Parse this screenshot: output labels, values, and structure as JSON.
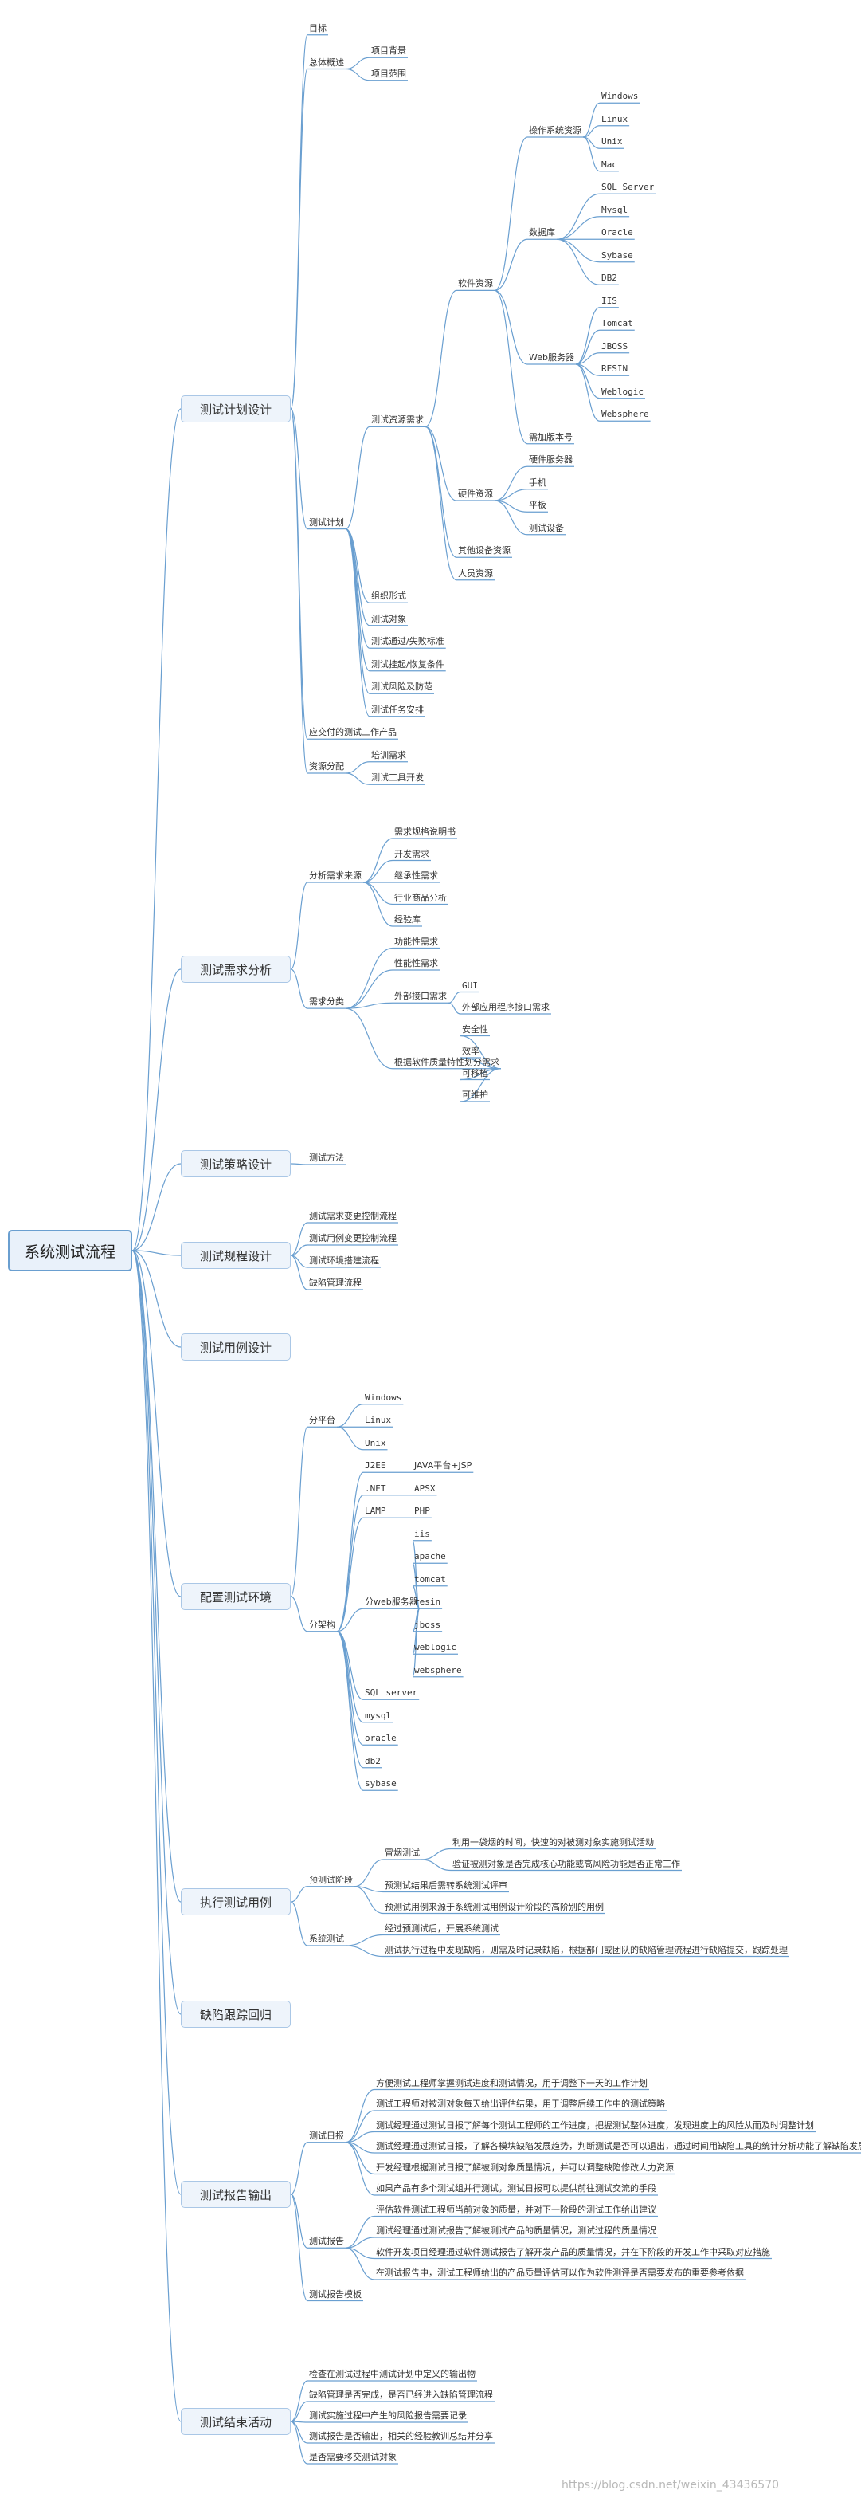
{
  "root": "系统测试流程",
  "colors": {
    "line": "#6a9fd0",
    "box_bg": "#eef4fb",
    "box_border": "#aac7e6"
  },
  "watermark": "https://blog.csdn.net/weixin_43436570",
  "branches": [
    {
      "label": "测试计划设计",
      "children": [
        {
          "label": "目标"
        },
        {
          "label": "总体概述",
          "children": [
            {
              "label": "项目背景"
            },
            {
              "label": "项目范围"
            }
          ]
        },
        {
          "label": "测试计划",
          "children": [
            {
              "label": "测试资源需求",
              "children": [
                {
                  "label": "软件资源",
                  "children": [
                    {
                      "label": "操作系统资源",
                      "children": [
                        {
                          "label": "Windows"
                        },
                        {
                          "label": "Linux"
                        },
                        {
                          "label": "Unix"
                        },
                        {
                          "label": "Mac"
                        }
                      ]
                    },
                    {
                      "label": "数据库",
                      "children": [
                        {
                          "label": "SQL Server"
                        },
                        {
                          "label": "Mysql"
                        },
                        {
                          "label": "Oracle"
                        },
                        {
                          "label": "Sybase"
                        },
                        {
                          "label": "DB2"
                        }
                      ]
                    },
                    {
                      "label": "Web服务器",
                      "children": [
                        {
                          "label": "IIS"
                        },
                        {
                          "label": "Tomcat"
                        },
                        {
                          "label": "JBOSS"
                        },
                        {
                          "label": "RESIN"
                        },
                        {
                          "label": "Weblogic"
                        },
                        {
                          "label": "Websphere"
                        }
                      ]
                    },
                    {
                      "label": "需加版本号"
                    }
                  ]
                },
                {
                  "label": "硬件资源",
                  "children": [
                    {
                      "label": "硬件服务器"
                    },
                    {
                      "label": "手机"
                    },
                    {
                      "label": "平板"
                    },
                    {
                      "label": "测试设备"
                    }
                  ]
                },
                {
                  "label": "其他设备资源"
                },
                {
                  "label": "人员资源"
                }
              ]
            },
            {
              "label": "组织形式"
            },
            {
              "label": "测试对象"
            },
            {
              "label": "测试通过/失败标准"
            },
            {
              "label": "测试挂起/恢复条件"
            },
            {
              "label": "测试风险及防范"
            },
            {
              "label": "测试任务安排"
            }
          ]
        },
        {
          "label": "应交付的测试工作产品"
        },
        {
          "label": "资源分配",
          "children": [
            {
              "label": "培训需求"
            },
            {
              "label": "测试工具开发"
            }
          ]
        }
      ]
    },
    {
      "label": "测试需求分析",
      "children": [
        {
          "label": "分析需求来源",
          "children": [
            {
              "label": "需求规格说明书"
            },
            {
              "label": "开发需求"
            },
            {
              "label": "继承性需求"
            },
            {
              "label": "行业商品分析"
            },
            {
              "label": "经验库"
            }
          ]
        },
        {
          "label": "需求分类",
          "children": [
            {
              "label": "功能性需求"
            },
            {
              "label": "性能性需求"
            },
            {
              "label": "外部接口需求",
              "children": [
                {
                  "label": "GUI"
                },
                {
                  "label": "外部应用程序接口需求"
                }
              ]
            },
            {
              "label": "根据软件质量特性划分需求",
              "children": [
                {
                  "label": "安全性"
                },
                {
                  "label": "效率"
                },
                {
                  "label": "可移植"
                },
                {
                  "label": "可维护"
                }
              ]
            }
          ]
        }
      ]
    },
    {
      "label": "测试策略设计",
      "children": [
        {
          "label": "测试方法"
        }
      ]
    },
    {
      "label": "测试规程设计",
      "children": [
        {
          "label": "测试需求变更控制流程"
        },
        {
          "label": "测试用例变更控制流程"
        },
        {
          "label": "测试环境搭建流程"
        },
        {
          "label": "缺陷管理流程"
        }
      ]
    },
    {
      "label": "测试用例设计"
    },
    {
      "label": "配置测试环境",
      "children": [
        {
          "label": "分平台",
          "children": [
            {
              "label": "Windows"
            },
            {
              "label": "Linux"
            },
            {
              "label": "Unix"
            }
          ]
        },
        {
          "label": "分架构",
          "children": [
            {
              "label": "J2EE",
              "children": [
                {
                  "label": "JAVA平台+JSP"
                }
              ]
            },
            {
              "label": ".NET",
              "children": [
                {
                  "label": "APSX"
                }
              ]
            },
            {
              "label": "LAMP",
              "children": [
                {
                  "label": "PHP"
                }
              ]
            },
            {
              "label": "分web服务器",
              "children": [
                {
                  "label": "iis"
                },
                {
                  "label": "apache"
                },
                {
                  "label": "tomcat"
                },
                {
                  "label": "resin"
                },
                {
                  "label": "jboss"
                },
                {
                  "label": "weblogic"
                },
                {
                  "label": "websphere"
                }
              ]
            },
            {
              "label": "SQL server"
            },
            {
              "label": "mysql"
            },
            {
              "label": "oracle"
            },
            {
              "label": "db2"
            },
            {
              "label": "sybase"
            }
          ]
        }
      ]
    },
    {
      "label": "执行测试用例",
      "children": [
        {
          "label": "预测试阶段",
          "children": [
            {
              "label": "冒烟测试",
              "children": [
                {
                  "label": "利用一袋烟的时间，快速的对被测对象实施测试活动"
                },
                {
                  "label": "验证被测对象是否完成核心功能或高风险功能是否正常工作"
                }
              ]
            },
            {
              "label": "预测试结果后需转系统测试评审"
            },
            {
              "label": "预测试用例来源于系统测试用例设计阶段的高阶别的用例"
            }
          ]
        },
        {
          "label": "系统测试",
          "children": [
            {
              "label": "经过预测试后，开展系统测试"
            },
            {
              "label": "测试执行过程中发现缺陷，则需及时记录缺陷，根据部门或团队的缺陷管理流程进行缺陷提交，跟踪处理"
            }
          ]
        }
      ]
    },
    {
      "label": "缺陷跟踪回归"
    },
    {
      "label": "测试报告输出",
      "children": [
        {
          "label": "测试日报",
          "children": [
            {
              "label": "方便测试工程师掌握测试进度和测试情况，用于调整下一天的工作计划"
            },
            {
              "label": "测试工程师对被测对象每天给出评估结果，用于调整后续工作中的测试策略"
            },
            {
              "label": "测试经理通过测试日报了解每个测试工程师的工作进度，把握测试整体进度，发现进度上的风险从而及时调整计划"
            },
            {
              "label": "测试经理通过测试日报，了解各模块缺陷发展趋势，判断测试是否可以退出，通过时间用缺陷工具的统计分析功能了解缺陷发展状况"
            },
            {
              "label": "开发经理根据测试日报了解被测对象质量情况，并可以调整缺陷修改人力资源"
            },
            {
              "label": "如果产品有多个测试组并行测试，测试日报可以提供前往测试交流的手段"
            }
          ]
        },
        {
          "label": "测试报告",
          "children": [
            {
              "label": "评估软件测试工程师当前对象的质量，并对下一阶段的测试工作给出建议"
            },
            {
              "label": "测试经理通过测试报告了解被测试产品的质量情况，测试过程的质量情况"
            },
            {
              "label": "软件开发项目经理通过软件测试报告了解开发产品的质量情况，并在下阶段的开发工作中采取对应措施"
            },
            {
              "label": "在测试报告中，测试工程师给出的产品质量评估可以作为软件测评是否需要发布的重要参考依据"
            }
          ]
        },
        {
          "label": "测试报告模板"
        }
      ]
    },
    {
      "label": "测试结束活动",
      "children": [
        {
          "label": "检查在测试过程中测试计划中定义的输出物"
        },
        {
          "label": "缺陷管理是否完成，是否已经进入缺陷管理流程"
        },
        {
          "label": "测试实施过程中产生的风险报告需要记录"
        },
        {
          "label": "测试报告是否输出，相关的经验教训总结并分享"
        },
        {
          "label": "是否需要移交测试对象"
        }
      ]
    }
  ]
}
